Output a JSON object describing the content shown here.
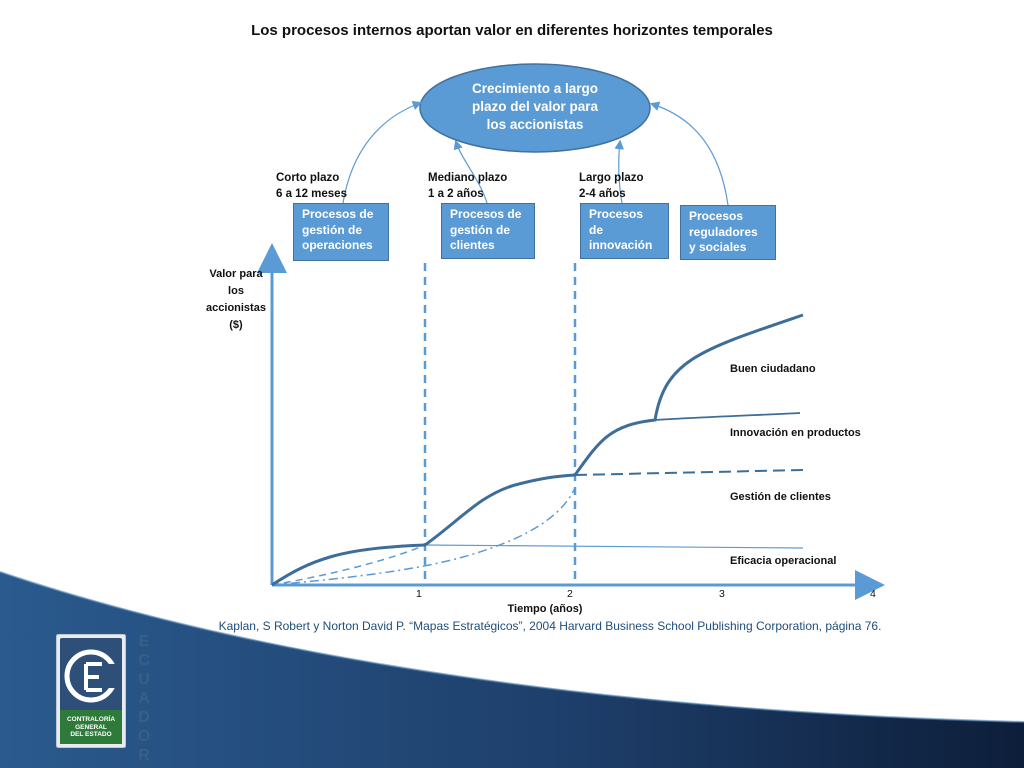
{
  "title": "Los procesos internos aportan valor en diferentes horizontes temporales",
  "goal": {
    "line1": "Crecimiento a largo",
    "line2": "plazo del valor para",
    "line3": "los accionistas"
  },
  "horizons": [
    {
      "line1": "Corto plazo",
      "line2": "6 a 12 meses"
    },
    {
      "line1": "Mediano plazo",
      "line2": "1 a 2 años"
    },
    {
      "line1": "Largo plazo",
      "line2": "2-4 años"
    }
  ],
  "process_boxes": [
    {
      "lines": [
        "Procesos de",
        "gestión de",
        "operaciones"
      ]
    },
    {
      "lines": [
        "Procesos de",
        "gestión de",
        "clientes"
      ]
    },
    {
      "lines": [
        "Procesos",
        "de",
        "innovación"
      ]
    },
    {
      "lines": [
        "Procesos",
        "reguladores",
        "y sociales"
      ]
    }
  ],
  "y_axis_label": [
    "Valor para",
    "los",
    "accionistas",
    "($)"
  ],
  "x_axis_label": "Tiempo (años)",
  "x_ticks": [
    "1",
    "2",
    "3",
    "4"
  ],
  "series_labels": {
    "s1": "Buen ciudadano",
    "s2": "Innovación en productos",
    "s3": "Gestión de clientes",
    "s4": "Eficacia operacional"
  },
  "source": "Kaplan, S Robert y Norton David P. “Mapas Estratégicos”, 2004 Harvard Business School Publishing Corporation, página 76.",
  "logo": {
    "org_line1": "CONTRALORÍA",
    "org_line2": "GENERAL",
    "org_line3": "DEL ESTADO",
    "country": "ECUADOR"
  },
  "colors": {
    "accent": "#5b9bd5",
    "curve": "#3d6d99",
    "banner": "#1f4e79"
  }
}
